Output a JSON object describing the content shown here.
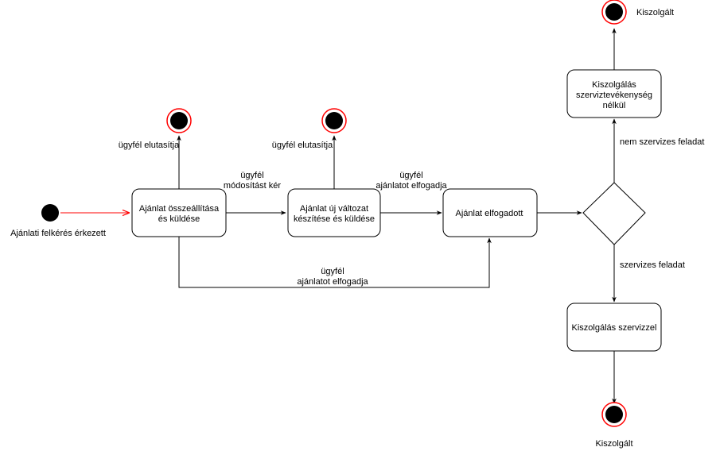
{
  "colors": {
    "line": "#000000",
    "accent": "#ff0000",
    "fill": "#ffffff"
  },
  "start_label": "Ajánlati felkérés érkezett",
  "nodes": {
    "prepare_offer": [
      "Ajánlat összeállítása",
      "és küldése"
    ],
    "new_version": [
      "Ajánlat új változat",
      "készítése és küldése"
    ],
    "offer_accepted": [
      "Ajánlat elfogadott"
    ],
    "service_without": [
      "Kiszolgálás",
      "szerviztevékenység",
      "nélkül"
    ],
    "service_with": [
      "Kiszolgálás szervizzel"
    ]
  },
  "edges": {
    "reject_1": [
      "ügyfél elutasítja"
    ],
    "reject_2": [
      "ügyfél elutasítja"
    ],
    "modify": [
      "ügyfél",
      "módosítást kér"
    ],
    "accept_new": [
      "ügyfél",
      "ajánlatot elfogadja"
    ],
    "accept_direct": [
      "ügyfél",
      "ajánlatot elfogadja"
    ],
    "no_service": [
      "nem szervizes feladat"
    ],
    "service": [
      "szervizes feladat"
    ]
  },
  "end_labels": {
    "top": "Kiszolgált",
    "bottom": "Kiszolgált"
  }
}
